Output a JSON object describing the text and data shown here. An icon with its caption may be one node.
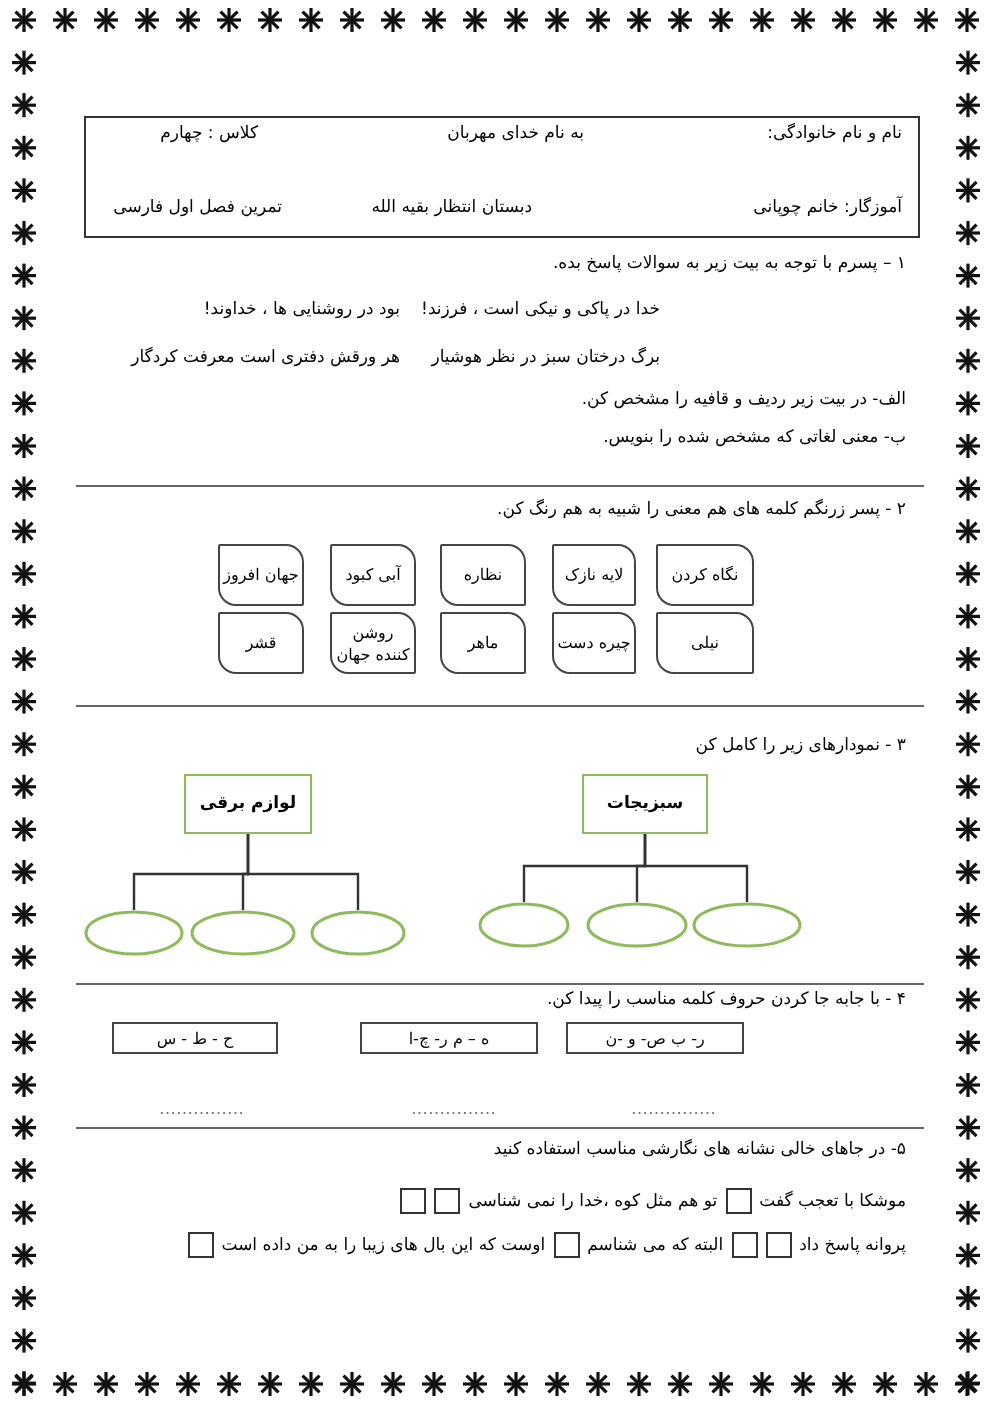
{
  "diagram": {
    "nodes": [
      {
        "text": [
          "نام و نام خانوادگی:",
          "به نام خدای مهربان",
          "کلاس : چهارم",
          "آموزگار: خانم چوپانی",
          "دبستان انتظار بقیه الله",
          "تمرین فصل اول فارسی"
        ]
      },
      {
        "text": [
          "نگاه کردن"
        ]
      },
      {
        "text": [
          "لایه نازک"
        ]
      },
      {
        "text": [
          "نظاره"
        ]
      },
      {
        "text": [
          "آبی کبود"
        ]
      },
      {
        "text": [
          "جهان افروز"
        ]
      },
      {
        "text": [
          "نیلی"
        ]
      },
      {
        "text": [
          "چیره دست"
        ]
      },
      {
        "text": [
          "ماهر"
        ]
      },
      {
        "text": [
          "روشن کننده جهان"
        ]
      },
      {
        "text": [
          "قشر"
        ]
      },
      {
        "text": [
          "سبزیجات"
        ]
      },
      {
        "text": [],
        "shape": "ellipse"
      },
      {
        "text": [],
        "shape": "ellipse"
      },
      {
        "text": [],
        "shape": "ellipse"
      },
      {
        "text": [
          "لوازم برقی"
        ]
      },
      {
        "text": [],
        "shape": "ellipse"
      },
      {
        "text": [],
        "shape": "ellipse"
      },
      {
        "text": [],
        "shape": "ellipse"
      },
      {
        "text": [
          "ر- ب ص- و -ن"
        ]
      },
      {
        "text": [
          "ه – م ر- چ-ا"
        ]
      },
      {
        "text": [
          "ح - ط - س"
        ]
      }
    ],
    "edges": [
      {
        "from": 11,
        "to": 12,
        "arrow": "none"
      },
      {
        "from": 11,
        "to": 13,
        "arrow": "none"
      },
      {
        "from": 11,
        "to": 14,
        "arrow": "none"
      },
      {
        "from": 15,
        "to": 16,
        "arrow": "none"
      },
      {
        "from": 15,
        "to": 17,
        "arrow": "none"
      },
      {
        "from": 15,
        "to": 18,
        "arrow": "none"
      }
    ],
    "labels": [
      "۱ – پسرم با توجه به بیت زیر به سوالات پاسخ بده.",
      "خدا در پاکی و نیکی است ، فرزند!",
      "بود در روشنایی ها ، خداوند!",
      "برگ درختان سبز در نظر هوشیار",
      "هر ورقش دفتری است معرفت کردگار",
      "الف- در بیت زیر ردیف و قافیه را مشخص کن.",
      "ب- معنی لغاتی که مشخص شده را بنویس.",
      "۲ - پسر زرنگم کلمه های هم معنی را شبیه به هم رنگ کن.",
      "۳ - نمودارهای زیر را کامل کن",
      "۴ - با جابه جا کردن حروف کلمه مناسب را پیدا کن.",
      "……………",
      "……………",
      "……………",
      "۵- در جاهای خالی نشانه های نگارشی مناسب استفاده کنید",
      "موشکا با تعجب گفت",
      "تو هم مثل کوه ،خدا را نمی شناسی",
      "پروانه پاسخ داد",
      "البته که می شناسم",
      "اوست که این بال های زیبا را به من داده است"
    ]
  }
}
